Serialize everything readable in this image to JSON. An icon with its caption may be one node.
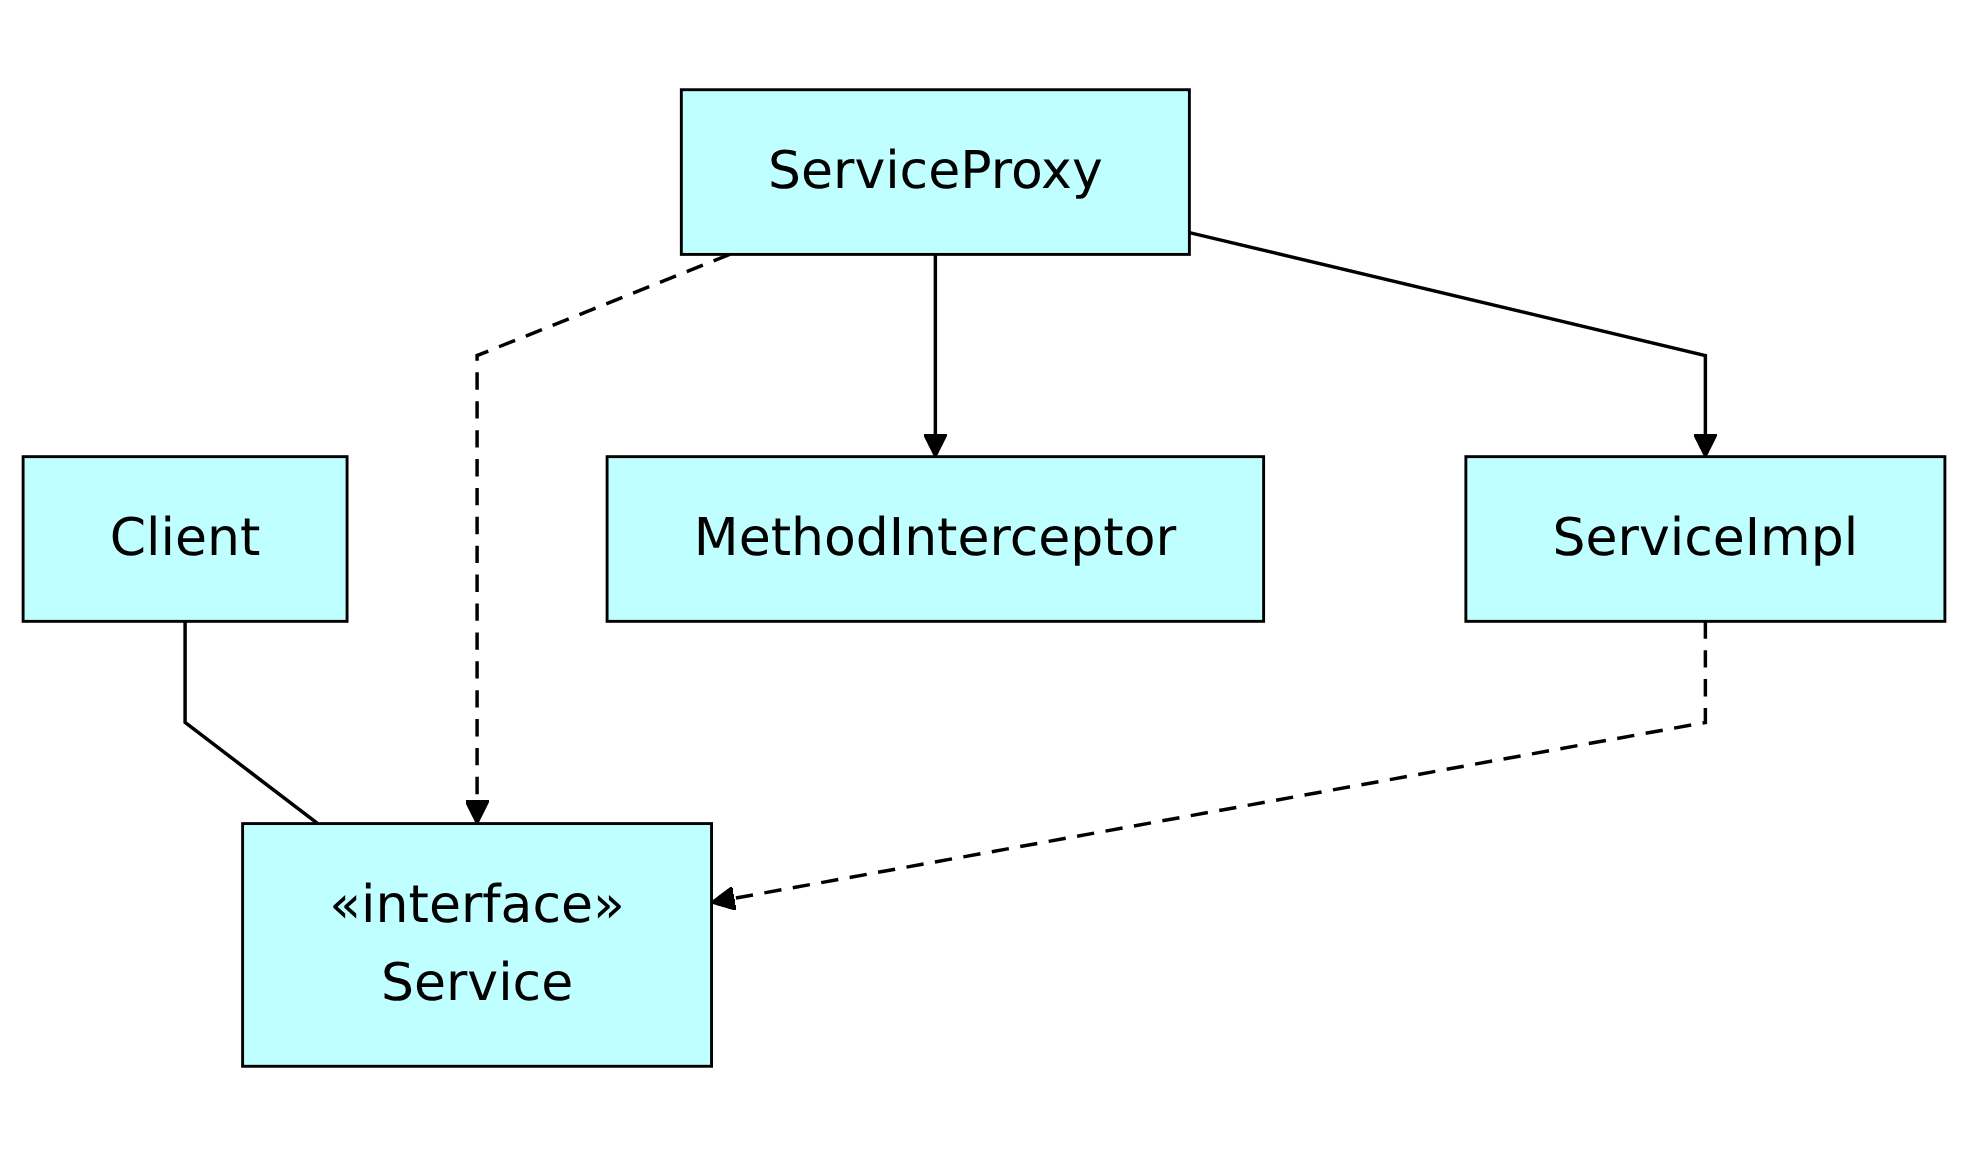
{
  "diagram": {
    "nodes": [
      {
        "text": [
          "Client"
        ]
      },
      {
        "text": [
          "«interface»",
          "Service"
        ]
      },
      {
        "text": [
          "ServiceProxy"
        ]
      },
      {
        "text": [
          "ServiceImpl"
        ]
      },
      {
        "text": [
          "MethodInterceptor"
        ]
      }
    ],
    "edges": [
      {
        "from": 0,
        "to": 1,
        "arrow": "none"
      },
      {
        "from": 2,
        "to": 1,
        "arrow": "to",
        "style": "dashed"
      },
      {
        "from": 3,
        "to": 1,
        "arrow": "to",
        "style": "dashed"
      },
      {
        "from": 2,
        "to": 3,
        "arrow": "to"
      },
      {
        "from": 2,
        "to": 4,
        "arrow": "to"
      }
    ]
  }
}
